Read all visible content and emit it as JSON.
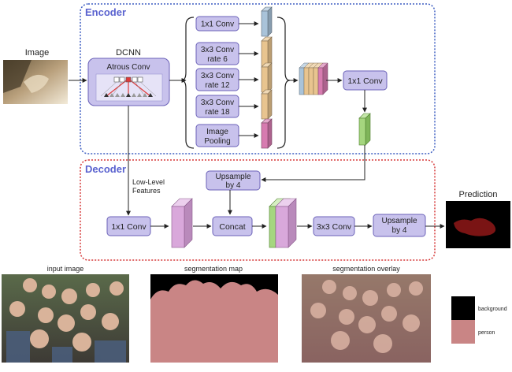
{
  "encoder": {
    "title": "Encoder"
  },
  "decoder": {
    "title": "Decoder"
  },
  "image_label": "Image",
  "dcnn": {
    "title": "DCNN",
    "atrous_label": "Atrous Conv"
  },
  "aspp": [
    {
      "line1": "1x1 Conv",
      "line2": "",
      "color": "#a9c3d9"
    },
    {
      "line1": "3x3 Conv",
      "line2": "rate 6",
      "color": "#e8c48f"
    },
    {
      "line1": "3x3 Conv",
      "line2": "rate 12",
      "color": "#e8c48f"
    },
    {
      "line1": "3x3 Conv",
      "line2": "rate 18",
      "color": "#e8c48f"
    },
    {
      "line1": "Image",
      "line2": "Pooling",
      "color": "#d77bb0"
    }
  ],
  "concat_colors": [
    "#a9c3d9",
    "#e8c48f",
    "#e8c48f",
    "#e8c48f",
    "#d77bb0"
  ],
  "encoder_conv": {
    "label": "1x1 Conv",
    "feature_color": "#a5d67f"
  },
  "decoder_nodes": {
    "upsample1": {
      "line1": "Upsample",
      "line2": "by 4"
    },
    "low_level_conv": "1x1 Conv",
    "concat": "Concat",
    "conv3": "3x3 Conv",
    "upsample2": {
      "line1": "Upsample",
      "line2": "by 4"
    }
  },
  "low_level": {
    "line1": "Low-Level",
    "line2": "Features",
    "feature_color": "#d9a8db"
  },
  "prediction_label": "Prediction",
  "bottom": {
    "input_label": "input image",
    "segmap_label": "segmentation map",
    "overlay_label": "segmentation overlay",
    "legend": [
      {
        "label": "background",
        "color": "#000000"
      },
      {
        "label": "person",
        "color": "#c98585"
      }
    ]
  },
  "colors": {
    "node_fill": "#c8c2ec",
    "node_stroke": "#6b62b8",
    "encoder_border": "#3f5fc2",
    "decoder_border": "#d63a3a",
    "title_color": "#5a62cf",
    "person_color": "#c98585"
  }
}
